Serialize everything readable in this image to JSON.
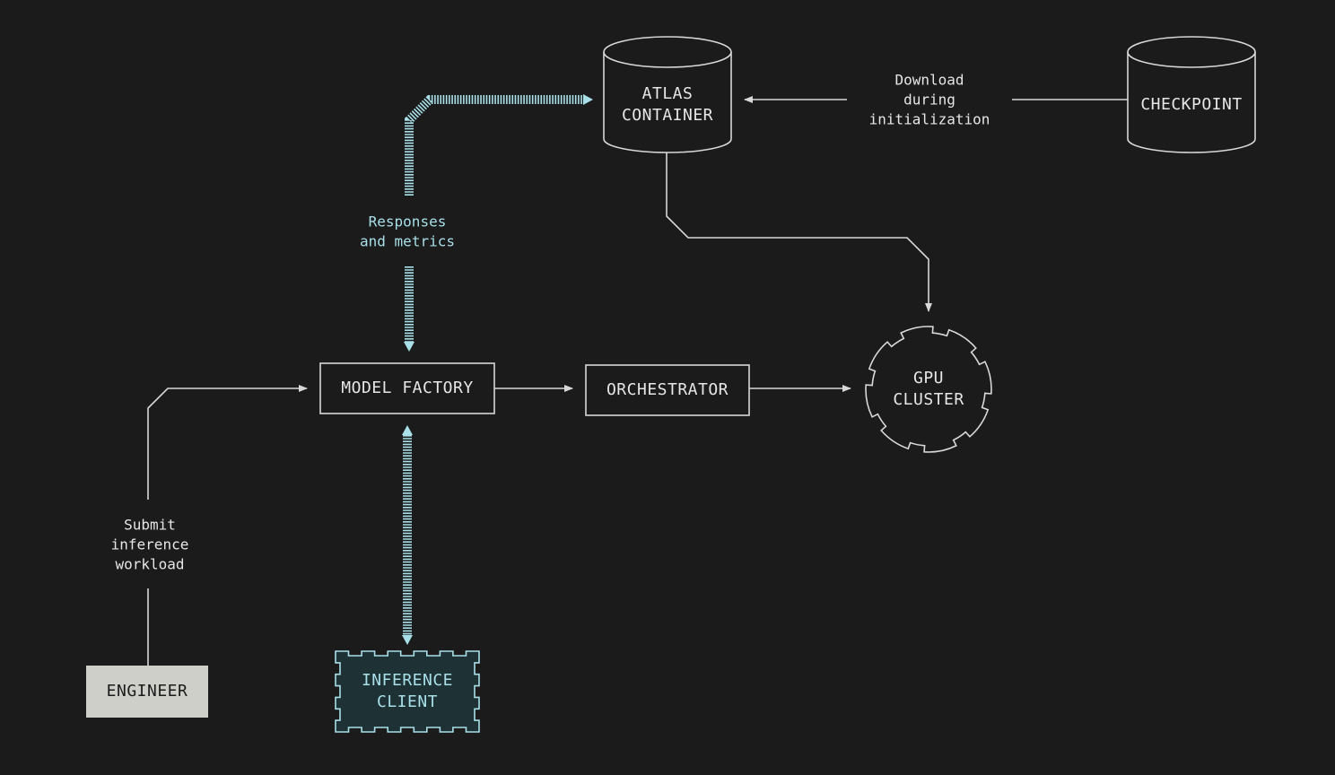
{
  "colors": {
    "background": "#1b1b1b",
    "line": "#d8d8d8",
    "text": "#e6e6e6",
    "accent_cyan": "#a8dfe9",
    "engineer_fill": "#cfcfca",
    "client_fill": "#1e3236"
  },
  "nodes": {
    "atlas_container": {
      "line1": "ATLAS",
      "line2": "CONTAINER",
      "shape": "cylinder"
    },
    "checkpoint": {
      "label": "CHECKPOINT",
      "shape": "cylinder"
    },
    "model_factory": {
      "label": "MODEL FACTORY",
      "shape": "rectangle"
    },
    "orchestrator": {
      "label": "ORCHESTRATOR",
      "shape": "rectangle"
    },
    "gpu_cluster": {
      "line1": "GPU",
      "line2": "CLUSTER",
      "shape": "gear"
    },
    "engineer": {
      "label": "ENGINEER",
      "shape": "filled-rectangle"
    },
    "inference_client": {
      "line1": "INFERENCE",
      "line2": "CLIENT",
      "shape": "notched-rectangle"
    }
  },
  "edges": {
    "download": {
      "line1": "Download",
      "line2": "during",
      "line3": "initialization"
    },
    "responses": {
      "line1": "Responses",
      "line2": "and metrics"
    },
    "submit": {
      "line1": "Submit",
      "line2": "inference",
      "line3": "workload"
    }
  }
}
